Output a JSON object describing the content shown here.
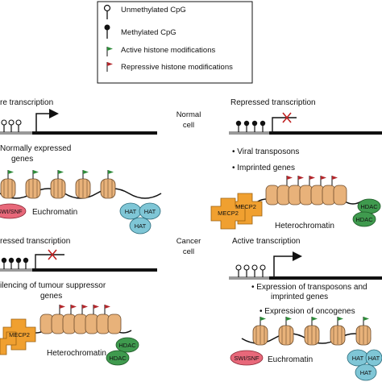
{
  "legend": {
    "unmethylated": "Unmethylated CpG",
    "methylated": "Methylated CpG",
    "active_histone": "Active histone modifications",
    "repressive_histone": "Repressive histone modifications"
  },
  "row_labels": {
    "normal": [
      "Normal",
      "cell"
    ],
    "cancer": [
      "Cancer",
      "cell"
    ]
  },
  "normal_left": {
    "title": "re transcription",
    "caption": [
      "Normally expressed",
      "genes"
    ],
    "complex_label": "SWI/SNF",
    "chromatin_label": "Euchromatin",
    "hat_labels": [
      "HAT",
      "HAT",
      "HAT"
    ]
  },
  "normal_right": {
    "title": "Repressed transcription",
    "bullets": [
      "• Viral transposons",
      "• Imprinted genes"
    ],
    "mecp2_labels": [
      "MECP2",
      "MECP2"
    ],
    "chromatin_label": "Heterochromatin",
    "hdac_labels": [
      "HDAC",
      "HDAC"
    ]
  },
  "cancer_left": {
    "title": "ressed transcription",
    "caption": [
      "ilencing of tumour suppressor",
      "genes"
    ],
    "mecp2_label": "MECP2",
    "chromatin_label": "Heterochromatin",
    "hdac_labels": [
      "HDAC",
      "HDAC"
    ]
  },
  "cancer_right": {
    "title": "Active transcription",
    "bullets": [
      "• Expression of transposons and",
      "imprinted genes",
      "• Expression of oncogenes"
    ],
    "complex_label": "SWI/SNF",
    "chromatin_label": "Euchromatin",
    "hat_labels": [
      "HAT",
      "HAT",
      "HAT"
    ]
  },
  "colors": {
    "active_flag": "#2e8b3a",
    "repressive_flag": "#b3282d",
    "nucleosome": "#e8b27a",
    "swisnf": "#e8687a",
    "hat": "#7fc6d6",
    "hdac": "#3f9a4e",
    "mecp2": "#f0a030",
    "promoter": "#999999"
  }
}
